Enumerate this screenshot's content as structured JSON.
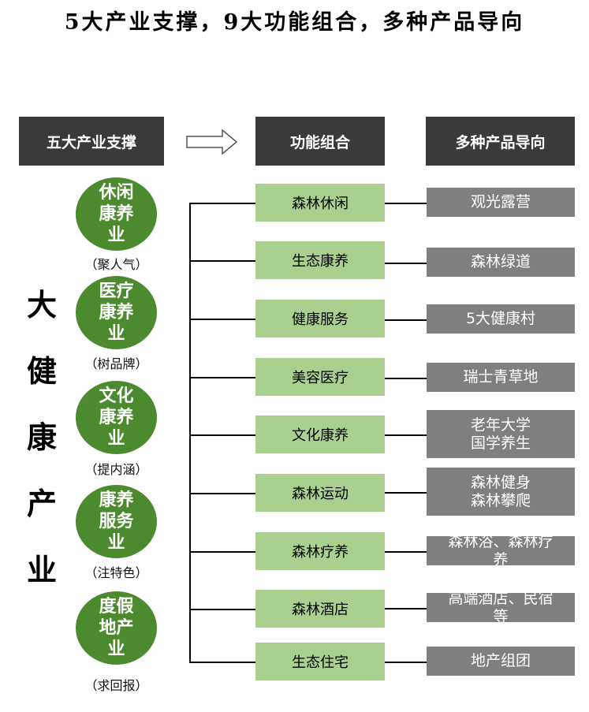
{
  "title": "5大产业支撑，9大功能组合，多种产品导向",
  "headers": {
    "industries": "五大产业支撑",
    "functions": "功能组合",
    "products": "多种产品导向"
  },
  "vertical_title": [
    "大",
    "健",
    "康",
    "产",
    "业"
  ],
  "industries": [
    {
      "lines": [
        "休闲",
        "康养",
        "业"
      ],
      "caption": "（聚人气）"
    },
    {
      "lines": [
        "医疗",
        "康养",
        "业"
      ],
      "caption": "（树品牌）"
    },
    {
      "lines": [
        "文化",
        "康养",
        "业"
      ],
      "caption": "（提内涵）"
    },
    {
      "lines": [
        "康养",
        "服务",
        "业"
      ],
      "caption": "（注特色）"
    },
    {
      "lines": [
        "度假",
        "地产",
        "业"
      ],
      "caption": "（求回报）"
    }
  ],
  "functions": [
    "森林休闲",
    "生态康养",
    "健康服务",
    "美容医疗",
    "文化康养",
    "森林运动",
    "森林疗养",
    "森林酒店",
    "生态住宅"
  ],
  "products": [
    [
      "观光露营"
    ],
    [
      "森林绿道"
    ],
    [
      "5大健康村"
    ],
    [
      "瑞士青草地"
    ],
    [
      "老年大学",
      "国学养生"
    ],
    [
      "森林健身",
      "森林攀爬"
    ],
    [
      "森林浴、森林疗",
      "养"
    ],
    [
      "高端酒店、民宿",
      "等"
    ],
    [
      "地产组团"
    ]
  ],
  "colors": {
    "header_bg": "#3a3a3a",
    "circle": "#4b8a2e",
    "function_box": "#a9d08e",
    "product_box": "#7f7f7f"
  },
  "icons": {
    "arrow": "right-outline-arrow-icon"
  }
}
